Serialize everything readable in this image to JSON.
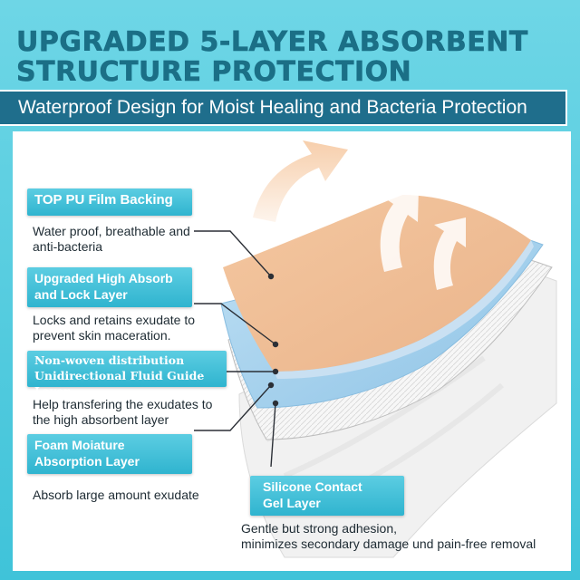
{
  "headline": {
    "line1": "UPGRADED 5-LAYER ABSORBENT",
    "line2": "STRUCTURE PROTECTION"
  },
  "banner": "Waterproof Design for Moist Healing and Bacteria Protection",
  "layers": [
    {
      "title1": "TOP PU Film Backing",
      "title2": "",
      "desc1": "Water proof, breathable and",
      "desc2": "anti-bacteria"
    },
    {
      "title1": "Upgraded High Absorb",
      "title2": "and Lock Layer",
      "desc1": "Locks and retains exudate to",
      "desc2": "prevent skin maceration."
    },
    {
      "title1": "Non-woven distribution",
      "title2": "Unidirectional Fluid Guide Layer",
      "desc1": "Help transfering the exudates to",
      "desc2": "the high absorbent layer"
    },
    {
      "title1": "Foam Moiature",
      "title2": "Absorption Layer",
      "desc1": "Absorb large amount exudate",
      "desc2": ""
    },
    {
      "title1": "Silicone Contact",
      "title2": "Gel Layer",
      "desc1": "Gentle but strong adhesion,",
      "desc2": "minimizes secondary damage und pain-free removal"
    }
  ],
  "colors": {
    "background": "#4fcbe0",
    "headline": "#1b6f86",
    "banner": "#1f6e8c",
    "label": "#3ec0d8",
    "film": "#f1c29b",
    "absorb": "#a9d3ee",
    "foam": "#f2f2f2"
  }
}
